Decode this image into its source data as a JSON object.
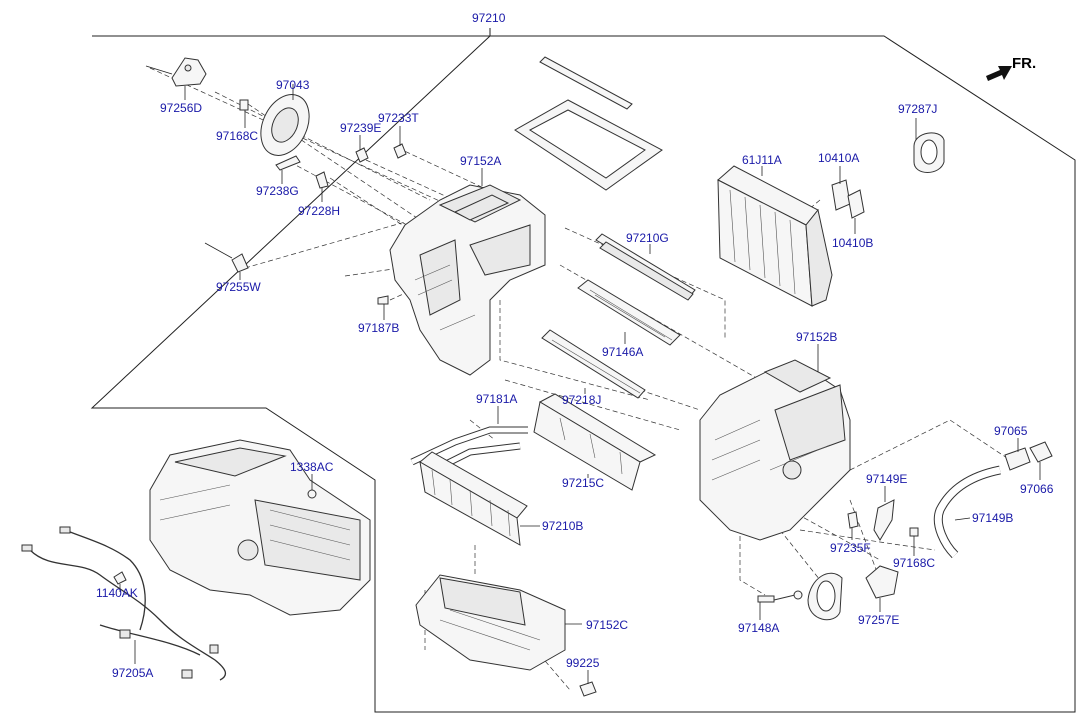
{
  "diagram": {
    "title_part_no": "97210",
    "front_marker": "FR.",
    "labels": {
      "p97256D": "97256D",
      "p97043": "97043",
      "p97168C_a": "97168C",
      "p97239E": "97239E",
      "p97233T": "97233T",
      "p97238G": "97238G",
      "p97228H": "97228H",
      "p97152A": "97152A",
      "p97255W": "97255W",
      "p97187B": "97187B",
      "p97210G": "97210G",
      "p97146A": "97146A",
      "p97218J": "97218J",
      "p61J11A": "61J11A",
      "p10410A": "10410A",
      "p10410B": "10410B",
      "p97287J": "97287J",
      "p97152B": "97152B",
      "p97181A": "97181A",
      "p97215C": "97215C",
      "p97210B": "97210B",
      "p1338AC": "1338AC",
      "p1140AK": "1140AK",
      "p97205A": "97205A",
      "p97152C": "97152C",
      "p99225": "99225",
      "p97149E": "97149E",
      "p97065": "97065",
      "p97066": "97066",
      "p97149B": "97149B",
      "p97235F": "97235F",
      "p97168C_b": "97168C",
      "p97148A": "97148A",
      "p97257E": "97257E"
    }
  },
  "colors": {
    "label_text": "#1a1aa8",
    "line": "#222222",
    "background": "#ffffff"
  }
}
